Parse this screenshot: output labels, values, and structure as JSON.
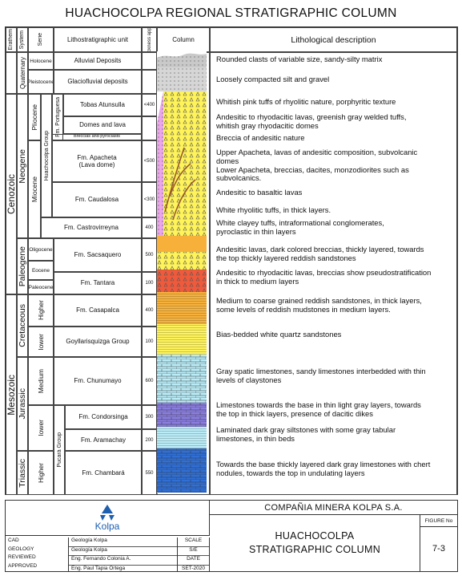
{
  "title": "HUACHOCOLPA REGIONAL STRATIGRAPHIC COLUMN",
  "headers": {
    "erathem": "Erathem",
    "system": "System",
    "serie": "Serie",
    "lithostratigraphic_unit": "Lithostratigraphic unit",
    "thickness": "Thickness approx",
    "column": "Column",
    "lithological_description": "Lithological description"
  },
  "erathems": [
    "Cenozoic",
    "Mesozoic"
  ],
  "systems": [
    "Quaternary",
    "Quaternary",
    "Neogene",
    "Paleogene",
    "Cretaceous",
    "Jurassic",
    "Triassic"
  ],
  "series": [
    "Holocene",
    "Pleistocene",
    "Pliocene",
    "Miocene",
    "Oligocene",
    "Eocene",
    "Paleocene",
    "Higher",
    "lower",
    "Medium",
    "lower",
    "Higher"
  ],
  "groups": [
    "Huachocolpa Group",
    "Fm. Portuguesa",
    "Pucará Group"
  ],
  "units": [
    {
      "name": "Alluvial Deposits",
      "thickness": "",
      "description": "Rounded clasts of variable size, sandy-silty matrix"
    },
    {
      "name": "Glaciofluvial deposits",
      "thickness": "",
      "description": "Loosely compacted silt and gravel"
    },
    {
      "name": "Tobas Atunsulla",
      "thickness": "<400",
      "description": "Whitish pink tuffs of rhyolitic nature, porphyritic texture"
    },
    {
      "name": "Domes and lava",
      "thickness": "",
      "description": "Andesitic to rhyodacitic lavas, greenish gray welded tuffs,\nwhitish gray rhyodacitic domes"
    },
    {
      "name": "Breccias and pyroclasts",
      "thickness": "",
      "description": "Breccia of andesitic nature"
    },
    {
      "name": "Fm. Apacheta\n(Lava dome)",
      "thickness": "<500",
      "description": "Upper Apacheta, lavas of andesitic composition, subvolcanic\ndomes\nLower Apacheta, breccias, dacites, monzodiorites such as\nsubvolcanics."
    },
    {
      "name": "Fm. Caudalosa",
      "thickness": "<300",
      "description": "Andesitic to basaltic lavas\n\nWhite rhyolitic tuffs, in thick layers."
    },
    {
      "name": "Fm. Castrovirreyna",
      "thickness": "400",
      "description": "White clayey tuffs, intraformational conglomerates,\npyroclastic in thin layers"
    },
    {
      "name": "Fm. Sacsaquero",
      "thickness": "500",
      "description": "Andesitic lavas, dark colored breccias, thickly layered, towards\nthe top thickly layered reddish sandstones"
    },
    {
      "name": "Fm. Tantara",
      "thickness": "100",
      "description": "Andesitic to rhyodacitic lavas, breccias show pseudostratification\nin thick to medium layers"
    },
    {
      "name": "Fm. Casapalca",
      "thickness": "400",
      "description": "Medium to coarse grained reddish sandstones, in thick layers,\nsome levels of reddish mudstones in medium layers."
    },
    {
      "name": "Goyllarisquizga Group",
      "thickness": "100",
      "description": "Bias-bedded white quartz sandstones"
    },
    {
      "name": "Fm. Chunumayo",
      "thickness": "600",
      "description": "Gray spatic limestones, sandy limestones interbedded with thin\nlevels of claystones"
    },
    {
      "name": "Fm. Condorsinga",
      "thickness": "300",
      "description": "Limestones towards the base in thin light gray layers, towards\nthe top in thick layers, presence of dacitic dikes"
    },
    {
      "name": "Fm. Aramachay",
      "thickness": "200",
      "description": "Laminated dark gray siltstones with some gray tabular\nlimestones, in thin beds"
    },
    {
      "name": "Fm. Chambará",
      "thickness": "550",
      "description": "Towards the base thickly layered dark gray limestones with chert\nnodules, towards the top in undulating layers"
    }
  ],
  "title_block": {
    "logo_text": "Kolpa",
    "company": "COMPAÑIA MINERA KOLPA S.A.",
    "drawing_title_line1": "HUACHOCOLPA",
    "drawing_title_line2": "STRATIGRAPHIC COLUMN",
    "figure_label": "FIGURE No",
    "figure_number": "7-3",
    "scale_label": "SCALE",
    "scale_value": "S/E",
    "date_label": "DATE",
    "date_value": "SET-2020",
    "rows": [
      {
        "role": "CAD",
        "name": "Geología Kolpa"
      },
      {
        "role": "GEOLOGY",
        "name": "Geología Kolpa"
      },
      {
        "role": "REVIEWED",
        "name": "Eng. Fernando Colonia A."
      },
      {
        "role": "APPROVED",
        "name": "Eng. Paul Tapia Ortega"
      }
    ]
  },
  "colors": {
    "quaternary_gray": "#c9c9c9",
    "tuff_yellow": "#fff35a",
    "volcanic_pink": "#e9a6e8",
    "red_sandstone": "#f05a3c",
    "orange": "#f7b13a",
    "limestone_cyan": "#b9ecf7",
    "limestone_purple": "#8a7de0",
    "limestone_blue": "#2f6fd6",
    "kolpa_blue": "#1e5fb0"
  }
}
